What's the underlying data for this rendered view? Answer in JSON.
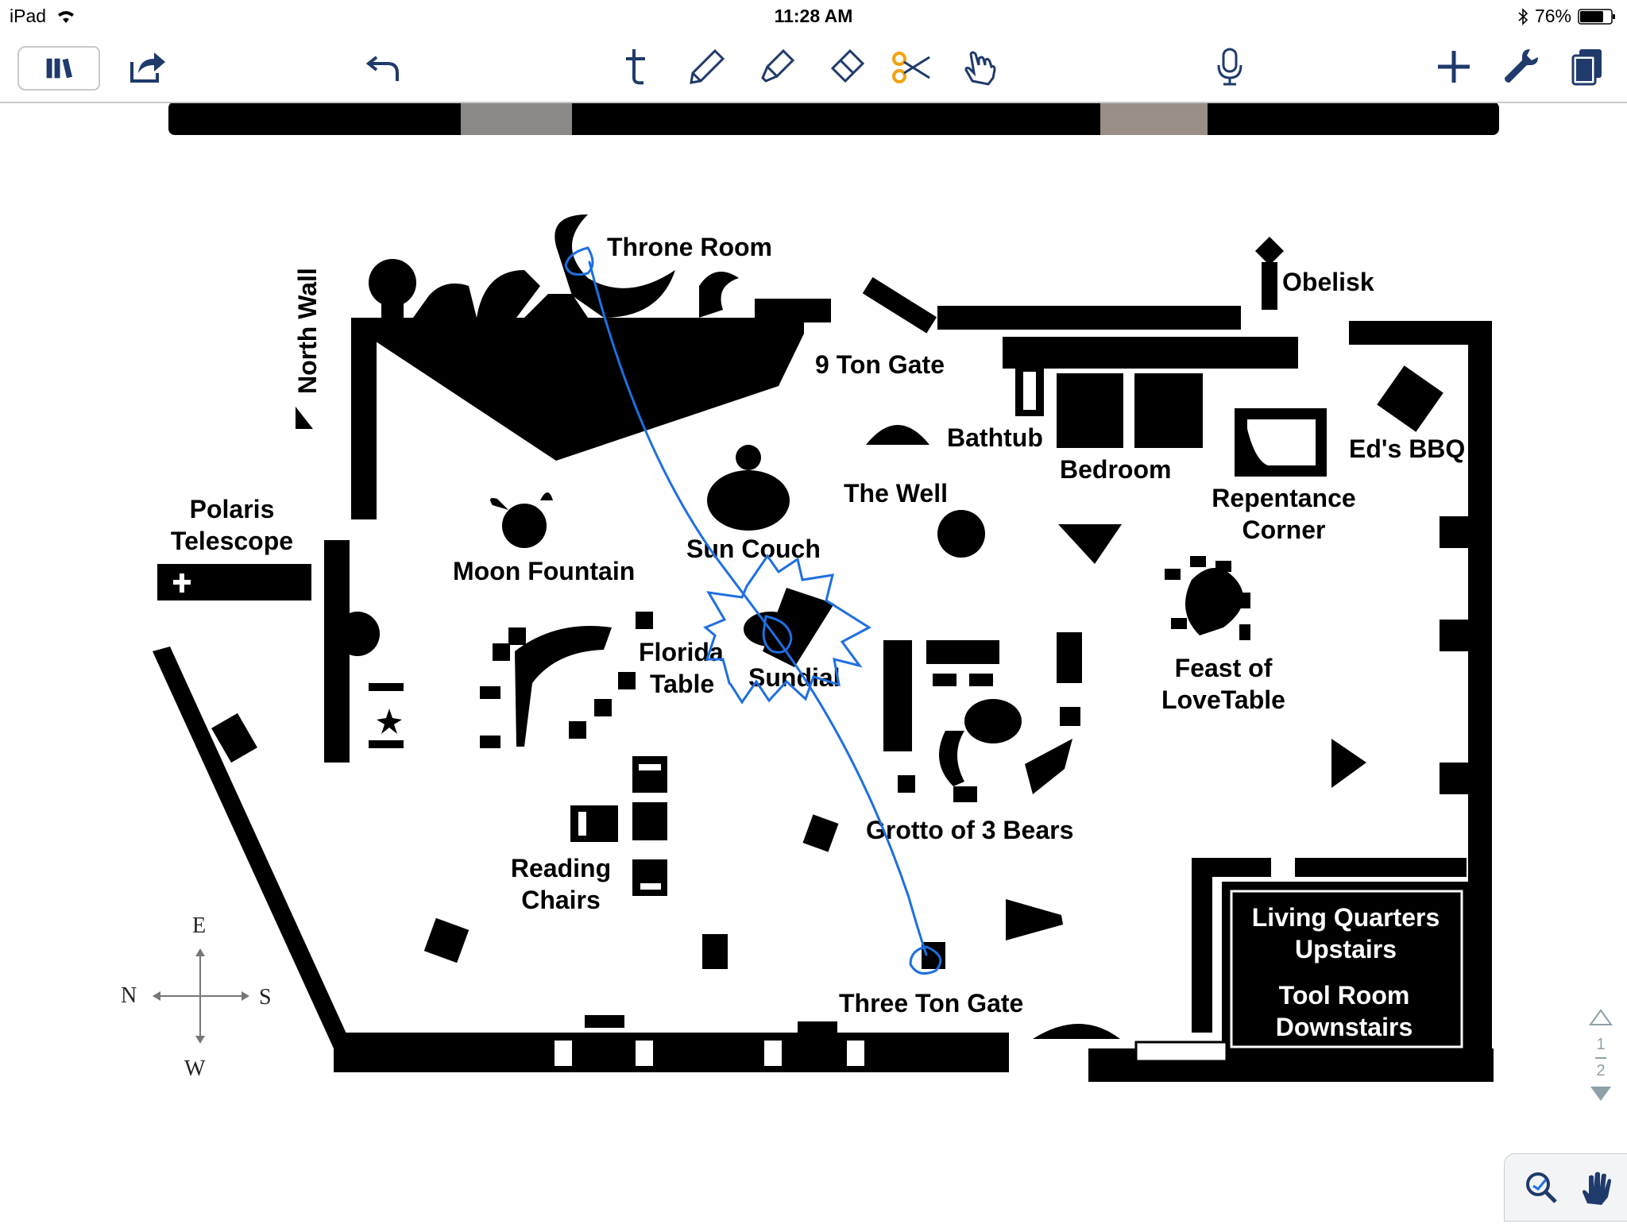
{
  "status_bar": {
    "carrier": "iPad",
    "time": "11:28 AM",
    "battery_percent": "76%",
    "battery_level": 0.76
  },
  "toolbar": {
    "left": [
      "library-icon",
      "share-icon",
      "undo-icon"
    ],
    "center": [
      "text-tool-icon",
      "pen-icon",
      "highlighter-icon",
      "eraser-icon",
      "scissors-icon",
      "pointer-hand-icon"
    ],
    "right": [
      "microphone-icon",
      "add-icon",
      "wrench-icon",
      "pages-icon"
    ],
    "accent_color": "#1f3a6b",
    "scissors_color": "#f2a30f"
  },
  "map": {
    "labels": {
      "throne_room": "Throne Room",
      "obelisk": "Obelisk",
      "north_wall": "North Wall",
      "nine_ton_gate": "9 Ton Gate",
      "bathtub": "Bathtub",
      "bedroom": "Bedroom",
      "eds_bbq": "Ed's BBQ",
      "the_well": "The Well",
      "repentance_corner_1": "Repentance",
      "repentance_corner_2": "Corner",
      "polaris_1": "Polaris",
      "polaris_2": "Telescope",
      "moon_fountain": "Moon Fountain",
      "sun_couch": "Sun Couch",
      "florida_table_1": "Florida",
      "florida_table_2": "Table",
      "sundial": "Sundial",
      "feast_1": "Feast of",
      "feast_2": "LoveTable",
      "grotto": "Grotto of 3 Bears",
      "reading_1": "Reading",
      "reading_2": "Chairs",
      "living_1": "Living Quarters",
      "living_2": "Upstairs",
      "tool_1": "Tool Room",
      "tool_2": "Downstairs",
      "three_ton_gate": "Three Ton Gate"
    },
    "compass": {
      "n": "N",
      "s": "S",
      "e": "E",
      "w": "W"
    },
    "annotation_color": "#1f6fe0"
  },
  "pager": {
    "current": "1",
    "total": "2"
  },
  "bottom_tools": [
    "zoom-icon",
    "hand-icon"
  ]
}
